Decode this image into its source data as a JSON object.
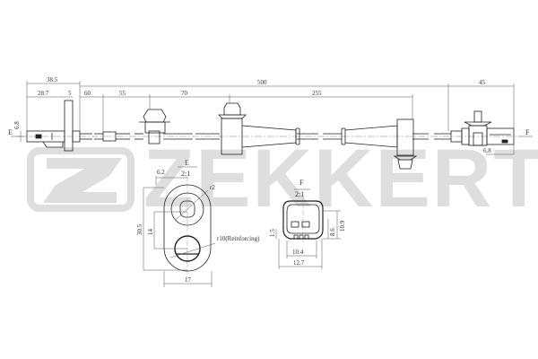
{
  "drawing": {
    "subject": "ABS wheel speed sensor with cable and connector",
    "watermark": {
      "brand": "ZEKKERT",
      "color": "#dedede"
    },
    "line_color": "#222222",
    "dimensions_top": {
      "overall_left": "38.5",
      "sensor_head": "28.7",
      "flange": "5",
      "seg1": "60",
      "seg2": "55",
      "seg3": "70",
      "total": "500",
      "seg4": "255",
      "right_end": "45"
    },
    "dimensions_side": {
      "left_offset": "6.8",
      "right_offset": "6.8"
    },
    "view_markers": {
      "left_arrow": "E",
      "right_arrow": "F"
    },
    "detail_E": {
      "title": "E",
      "scale": "2:1",
      "width_top": "6.2",
      "radius": "r2",
      "height_total": "30.5",
      "hole_spacing": "14",
      "bottom_width": "17",
      "note": "r10(Reinforcing)"
    },
    "detail_F": {
      "title": "F",
      "scale": "2:1",
      "left_height": "1.5",
      "inner_height": "8.6",
      "outer_height": "10.9",
      "inner_width": "10.4",
      "outer_width": "12.7"
    }
  }
}
